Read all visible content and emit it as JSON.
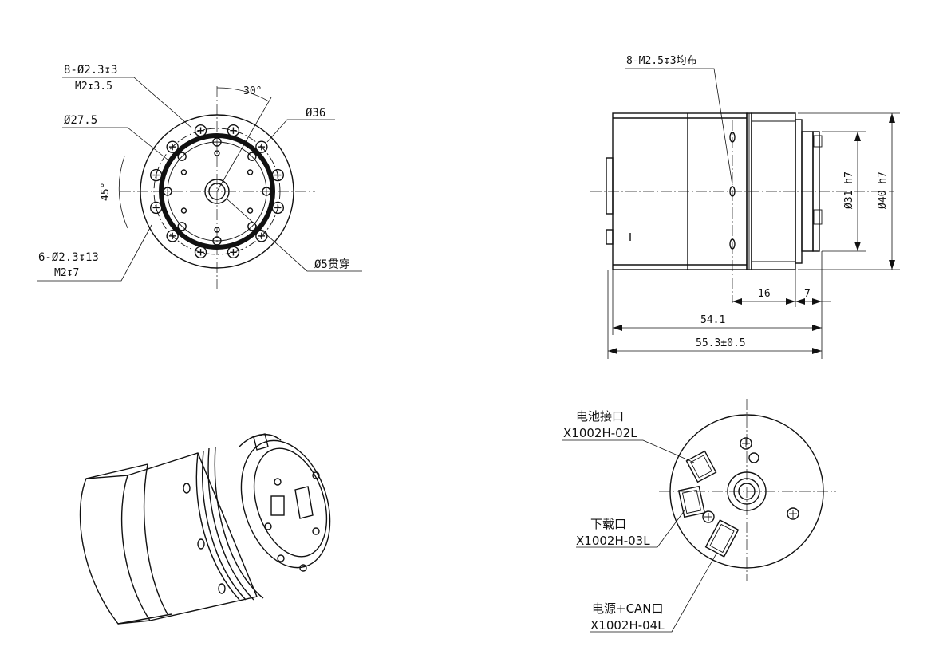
{
  "front_view": {
    "holes_8": "8-Ø2.3↧3",
    "holes_8_thread": "M2↧3.5",
    "angle_30": "30°",
    "dia_36": "Ø36",
    "dia_27_5": "Ø27.5",
    "angle_45": "45°",
    "holes_6": "6-Ø2.3↧13",
    "holes_6_thread": "M2↧7",
    "through_hole": "Ø5贯穿"
  },
  "side_view": {
    "thread_note": "8-M2.5↧3均布",
    "dia_31": "Ø31 h7",
    "dia_40": "Ø40 h7",
    "dim_16": "16",
    "dim_7": "7",
    "dim_54_1": "54.1",
    "dim_55_3": "55.3±0.5"
  },
  "rear_view": {
    "battery_label": "电池接口",
    "battery_part": "X1002H-02L",
    "download_label": "下载口",
    "download_part": "X1002H-03L",
    "power_label": "电源+CAN口",
    "power_part": "X1002H-04L"
  }
}
